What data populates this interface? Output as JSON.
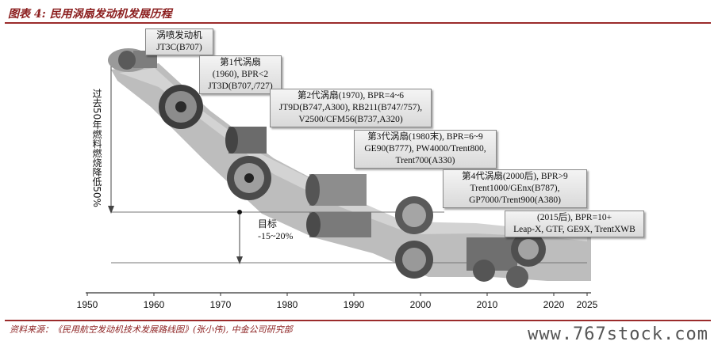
{
  "title": "图表 4: 民用涡扇发动机发展历程",
  "y_annotation": "过去50年燃料燃烧降低50%",
  "target": {
    "line1": "目标",
    "line2": "-15~20%"
  },
  "generations": [
    {
      "lines": [
        "涡喷发动机",
        "JT3C(B707)"
      ]
    },
    {
      "lines": [
        "第1代涡扇",
        "(1960), BPR<2",
        "JT3D(B707,/727)"
      ]
    },
    {
      "lines": [
        "第2代涡扇(1970), BPR=4~6",
        "JT9D(B747,A300), RB211(B747/757),",
        "V2500/CFM56(B737,A320)"
      ]
    },
    {
      "lines": [
        "第3代涡扇(1980末), BPR=6~9",
        "GE90(B777), PW4000/Trent800,",
        "Trent700(A330)"
      ]
    },
    {
      "lines": [
        "第4代涡扇(2000后), BPR>9",
        "Trent1000/GEnx(B787),",
        "GP7000/Trent900(A380)"
      ]
    },
    {
      "lines": [
        "(2015后), BPR=10+",
        "Leap-X, GTF, GE9X, TrentXWB"
      ]
    }
  ],
  "x_ticks": [
    "1950",
    "1960",
    "1970",
    "1980",
    "1990",
    "2000",
    "2010",
    "2020",
    "2025"
  ],
  "source": "资料来源：《民用航空发动机技术发展路线图》(张小伟), 中金公司研究部",
  "watermark": "www.767stock.com",
  "colors": {
    "accent": "#9b2b2b",
    "band": "#b8b8b8",
    "box": "#e4e4e4"
  }
}
